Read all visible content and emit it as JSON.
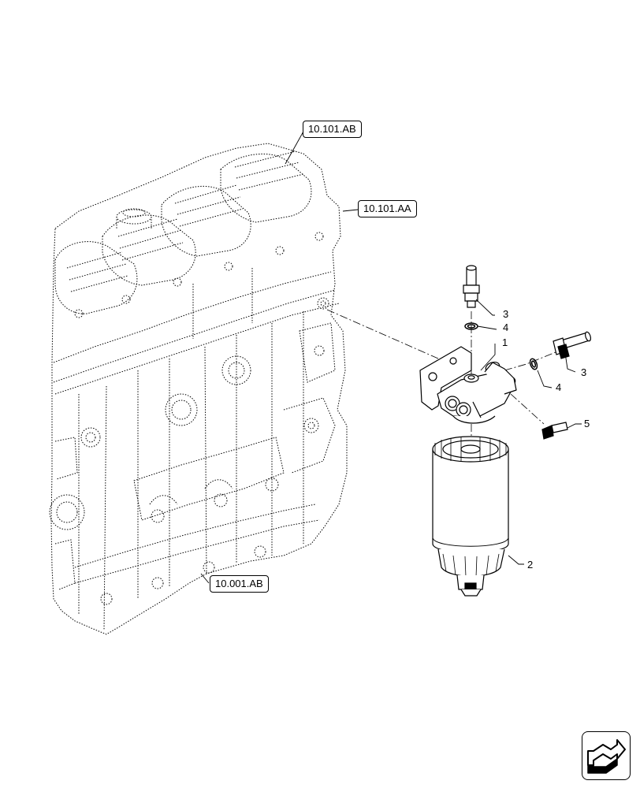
{
  "references": {
    "ref_top": "10.101.AB",
    "ref_middle": "10.101.AA",
    "ref_bottom": "10.001.AB"
  },
  "callouts": {
    "item_1": "1",
    "item_2": "2",
    "item_3_upper": "3",
    "item_3_right": "3",
    "item_4_upper": "4",
    "item_4_right": "4",
    "item_5": "5"
  },
  "icons": {
    "nav": "arrow-navigation-icon"
  },
  "colors": {
    "line": "#000000",
    "background": "#ffffff"
  }
}
